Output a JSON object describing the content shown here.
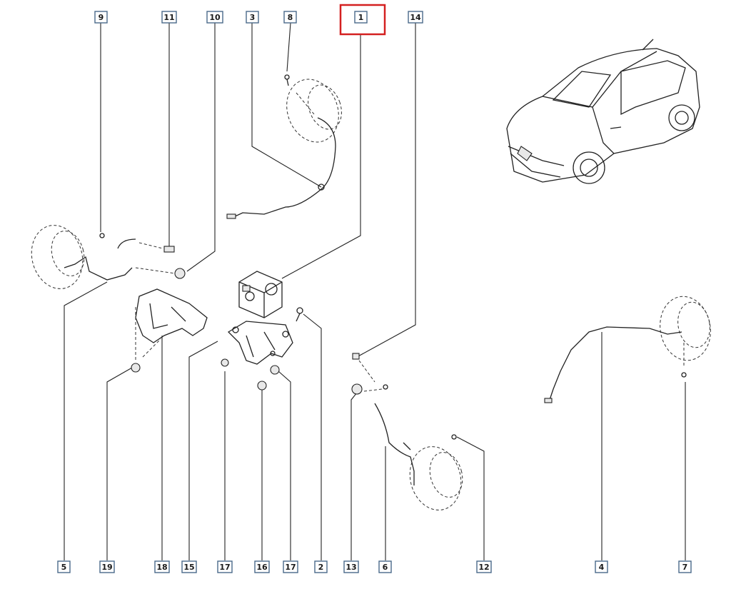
{
  "diagram": {
    "highlighted_ref": "1",
    "callouts_top": [
      "9",
      "11",
      "10",
      "3",
      "8",
      "1",
      "14"
    ],
    "callouts_bottom": [
      "5",
      "19",
      "18",
      "15",
      "17",
      "16",
      "17",
      "2",
      "13",
      "6",
      "12",
      "4",
      "7"
    ]
  }
}
